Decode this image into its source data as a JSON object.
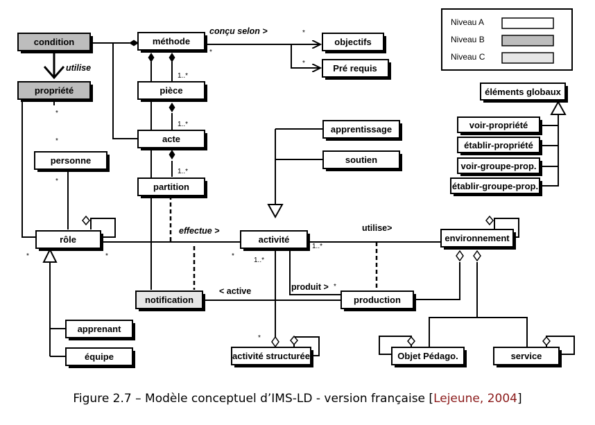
{
  "legend": {
    "items": [
      {
        "label": "Niveau A",
        "color": "#ffffff"
      },
      {
        "label": "Niveau B",
        "color": "#bdbdbd"
      },
      {
        "label": "Niveau C",
        "color": "#e6e6e6"
      }
    ]
  },
  "colors": {
    "level_a": "#ffffff",
    "level_b": "#bdbdbd",
    "level_c": "#e6e6e6",
    "citation": "#8b1a1a"
  },
  "classes": {
    "condition": "condition",
    "propriete": "propriété",
    "methode": "méthode",
    "objectifs": "objectifs",
    "prerequis": "Pré requis",
    "piece": "pièce",
    "acte": "acte",
    "partition": "partition",
    "personne": "personne",
    "role": "rôle",
    "apprentissage": "apprentissage",
    "soutien": "soutien",
    "activite": "activité",
    "environnement": "environnement",
    "notification": "notification",
    "production": "production",
    "apprenant": "apprenant",
    "equipe": "équipe",
    "activite_structuree": "activité structurée",
    "objet_pedago": "Objet Pédago.",
    "service": "service",
    "elements_globaux": "éléments globaux",
    "voir_propriete": "voir-propriété",
    "etablir_propriete": "établir-propriété",
    "voir_groupe_prop": "voir-groupe-prop.",
    "etablir_groupe_prop": "établir-groupe-prop."
  },
  "edges": {
    "concu_selon": "conçu selon >",
    "utilise_cond": "utilise",
    "effectue": "effectue >",
    "utilise_env": "utilise>",
    "active": "< active",
    "produit": "produit >"
  },
  "multiplicities": {
    "star": "*",
    "one_many": "1..*"
  },
  "caption": {
    "text": "Figure 2.7 – Modèle conceptuel d’IMS-LD - version française [",
    "reference": "Lejeune, 2004",
    "end": "]"
  }
}
